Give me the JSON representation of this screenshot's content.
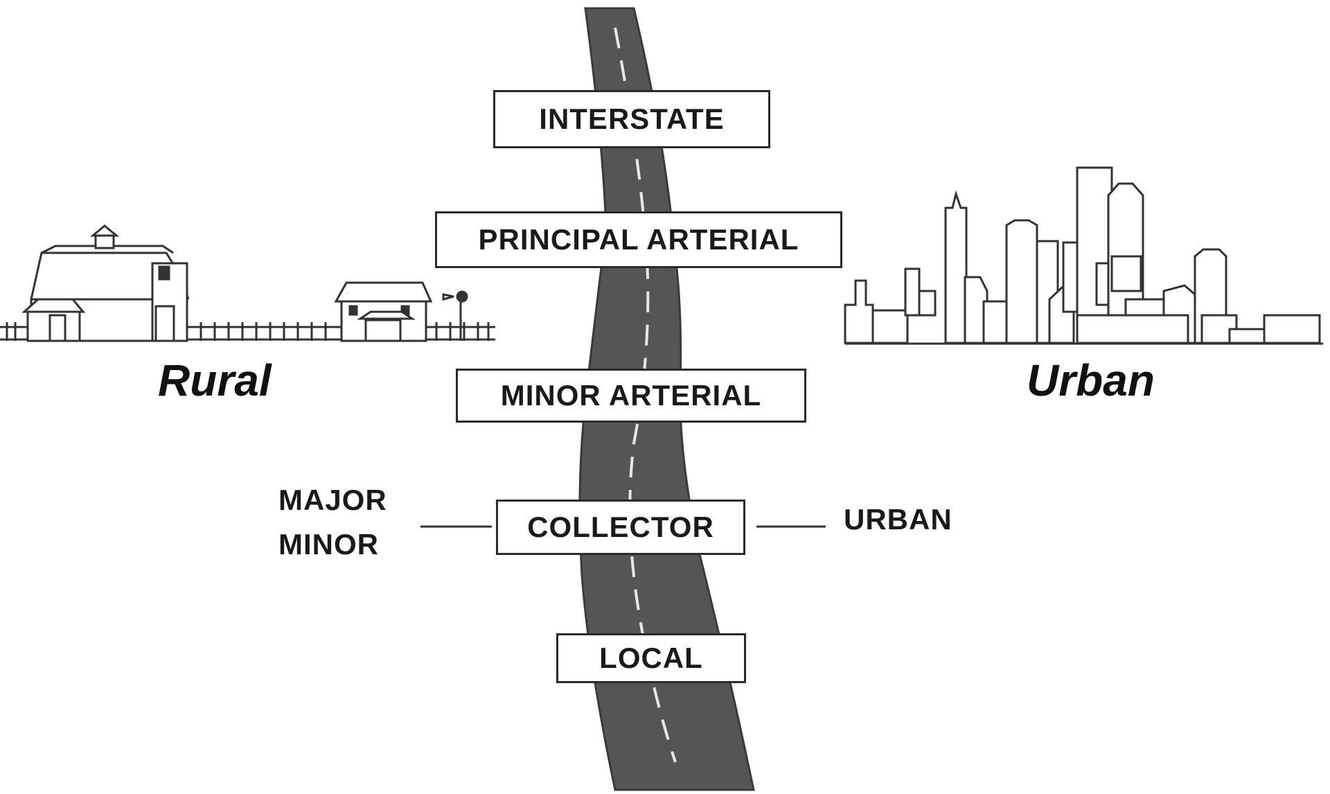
{
  "classes": {
    "interstate": "INTERSTATE",
    "principal_arterial": "PRINCIPAL ARTERIAL",
    "minor_arterial": "MINOR ARTERIAL",
    "collector": "COLLECTOR",
    "local": "LOCAL"
  },
  "areas": {
    "rural": "Rural",
    "urban": "Urban"
  },
  "collector_subtypes": {
    "rural": [
      "MAJOR",
      "MINOR"
    ],
    "urban": "URBAN"
  },
  "colors": {
    "road": "#555555",
    "road_edge": "#3a3a3a",
    "stripe": "#e8e8e8",
    "outline": "#333333"
  },
  "icons": {
    "rural": "farm-barn-house-fence-illustration",
    "urban": "city-skyline-illustration",
    "road": "winding-road-illustration"
  }
}
